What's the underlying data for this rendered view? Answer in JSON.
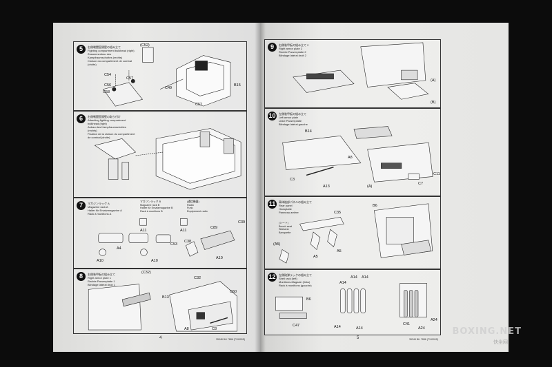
{
  "left_page": {
    "page_number": "4",
    "footer": "35348 BLI 7886 (T19000S)",
    "steps": [
      {
        "number": "5",
        "caption": "右側戦闘室隔壁の組み立て\nFighting compartment bulkhead (right)\nZusammenbau des Kampfraumschottes (rechts)\nCloison du compartiment de combat (droite)",
        "labels": [
          "(C52)",
          "C49",
          "C52",
          "C54",
          "C57",
          "C56",
          "C58",
          "B15"
        ]
      },
      {
        "number": "6",
        "caption": "右側戦闘室隔壁の取り付け\nAttaching fighting compartment bulkhead (right)\nAnbau des Kampfraumschottes (rechts)\nFixation de la cloison du compartiment de combat (droite)",
        "labels": []
      },
      {
        "number": "7",
        "caption": "マガジンラック A\nMagazine rack A\nHalter für Ersatzmagazine A\nRack à munitions A",
        "sub_captions": [
          "マガジンラック B\nMagazine rack B\nHalter für Ersatzmagazine B\nRack à munitions B",
          "(通信機器)\nRadio\nFunk\nÉquipement radio"
        ],
        "labels": [
          "A11",
          "A4",
          "A10",
          "A11",
          "C53",
          "A10",
          "C38",
          "C89",
          "C39",
          "A10"
        ]
      },
      {
        "number": "8",
        "caption": "右側装甲板の組み立て\nRight armor plate 1\nRechte Panzerplatte 1\nBlindage latéral droit 1",
        "labels": [
          "(C32)",
          "C32",
          "B13",
          "C60",
          "A8",
          "C8"
        ]
      }
    ]
  },
  "right_page": {
    "page_number": "5",
    "footer": "35348 BLI 7886 (T19000S)",
    "steps": [
      {
        "number": "9",
        "caption": "右側装甲板の組み立て 2\nRight armor plate 2\nRechte Panzerplatte 2\nBlindage latéral droit 2",
        "labels": [
          "(A)",
          "(B)"
        ]
      },
      {
        "number": "10",
        "caption": "左側装甲板の組み立て\nLeft armor plate\nLinke Panzerplatte\nBlindage latéral gauche",
        "labels": [
          "B14",
          "A8",
          "C3",
          "A13",
          "(A)",
          "C7",
          "C11"
        ]
      },
      {
        "number": "11",
        "caption": "車体後部パネルの組み立て\nRear panel\nHeckplatte\nPanneau arrière",
        "sub_captions": [
          "(シート)\nBench seat\nSitzbank\nBanquette"
        ],
        "labels": [
          "C35",
          "B6",
          "(A5)",
          "A5",
          "A5"
        ]
      },
      {
        "number": "12",
        "caption": "左側砲弾ラックの組み立て\nShell rack (left)\nMunitions-Magazin (links)\nRack à munitions (gauche)",
        "labels": [
          "A14",
          "A14",
          "A14",
          "B6",
          "C47",
          "A14",
          "A14",
          "C41",
          "A24",
          "A24"
        ]
      }
    ]
  },
  "watermark": {
    "text": "BOXING.NET",
    "sub": "快坐网"
  }
}
